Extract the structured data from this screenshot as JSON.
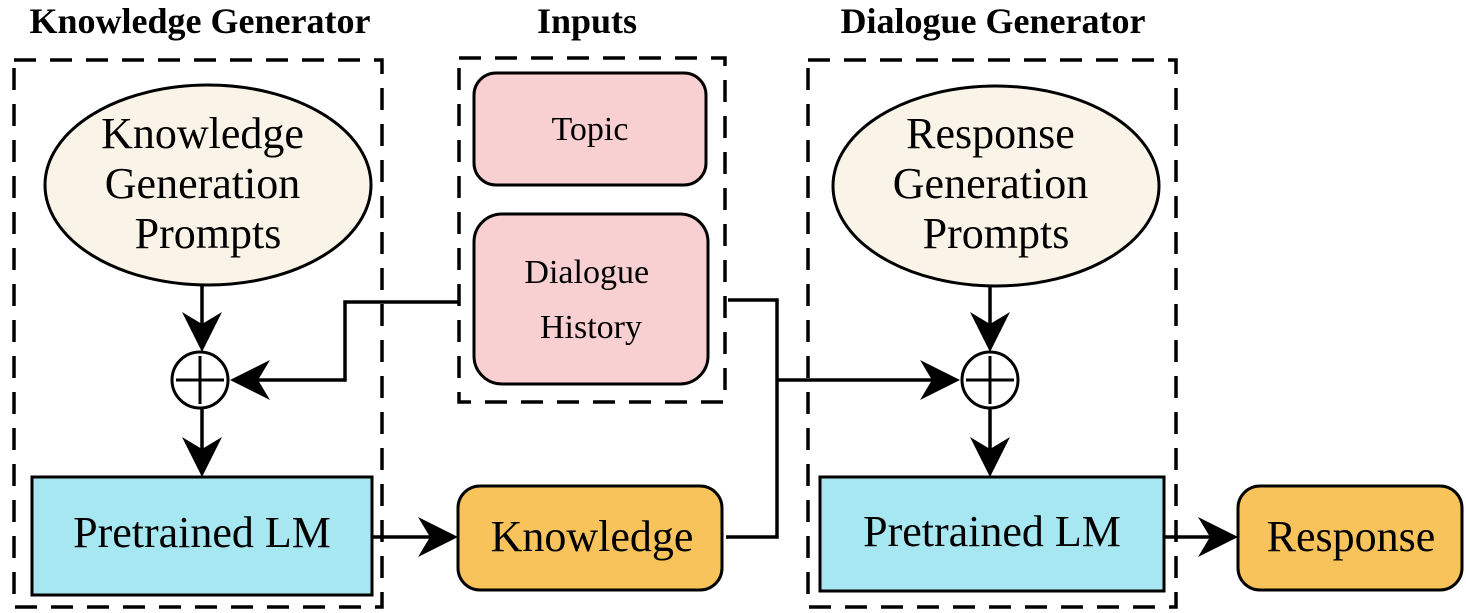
{
  "titles": {
    "knowledge_generator": "Knowledge Generator",
    "inputs": "Inputs",
    "dialogue_generator": "Dialogue Generator"
  },
  "knowledge_generator": {
    "prompts_lines": [
      "Knowledge",
      "Generation",
      "Prompts"
    ],
    "lm_label": "Pretrained LM"
  },
  "inputs": {
    "topic": "Topic",
    "dialogue_history_lines": [
      "Dialogue",
      "History"
    ]
  },
  "knowledge_label": "Knowledge",
  "dialogue_generator": {
    "prompts_lines": [
      "Response",
      "Generation",
      "Prompts"
    ],
    "lm_label": "Pretrained LM"
  },
  "response_label": "Response",
  "colors": {
    "prompt_fill": "#faf4e8",
    "input_fill": "#f8d0d2",
    "lm_fill": "#a6e7f2",
    "output_fill": "#f8c35a",
    "stroke": "#000000"
  },
  "icons": {
    "combine": "circled-plus-icon"
  }
}
